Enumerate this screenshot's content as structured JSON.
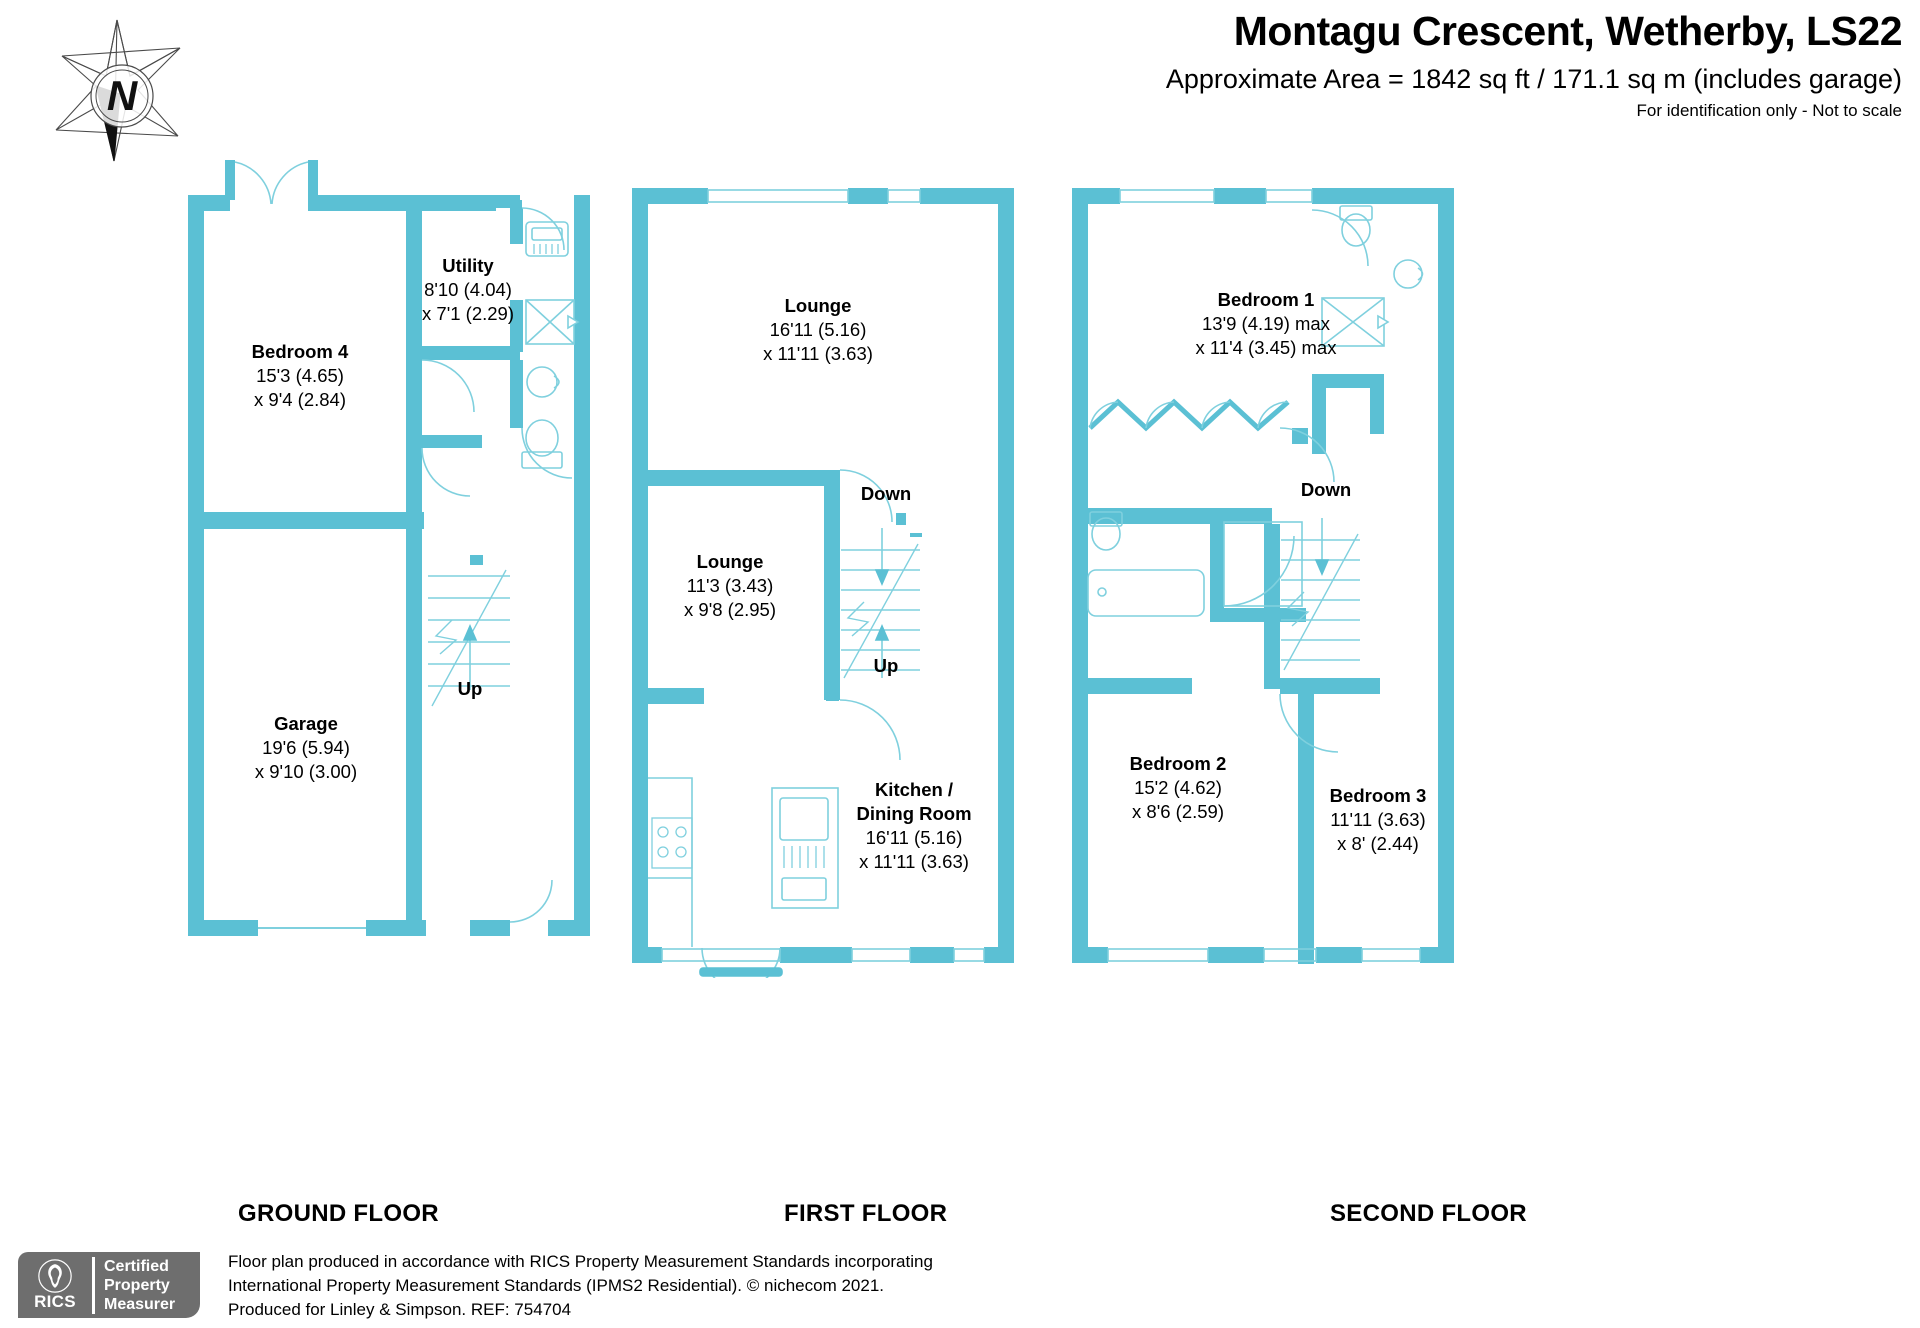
{
  "header": {
    "title": "Montagu Crescent, Wetherby, LS22",
    "area_line": "Approximate Area = 1842 sq ft / 171.1 sq m (includes garage)",
    "scale_note": "For identification only - Not to scale"
  },
  "compass": {
    "label": "N",
    "name": "north-arrow"
  },
  "colors": {
    "wall": "#5bc0d4",
    "fixture_stroke": "#7fd0de",
    "text": "#000000",
    "badge_grey": "#6e6e6e"
  },
  "floors": [
    {
      "id": "ground",
      "caption": "GROUND FLOOR",
      "rooms": [
        {
          "name": "Bedroom 4",
          "dim1": "15'3 (4.65)",
          "dim2": "x 9'4 (2.84)"
        },
        {
          "name": "Utility",
          "dim1": "8'10 (4.04)",
          "dim2": "x 7'1 (2.29)"
        },
        {
          "name": "Garage",
          "dim1": "19'6 (5.94)",
          "dim2": "x 9'10 (3.00)"
        }
      ],
      "stairs": [
        {
          "label": "Up"
        }
      ]
    },
    {
      "id": "first",
      "caption": "FIRST FLOOR",
      "rooms": [
        {
          "name": "Lounge",
          "dim1": "16'11 (5.16)",
          "dim2": "x 11'11 (3.63)"
        },
        {
          "name": "Lounge",
          "dim1": "11'3 (3.43)",
          "dim2": "x 9'8 (2.95)"
        },
        {
          "name": "Kitchen /",
          "name2": "Dining Room",
          "dim1": "16'11 (5.16)",
          "dim2": "x 11'11 (3.63)"
        }
      ],
      "stairs": [
        {
          "label": "Down"
        },
        {
          "label": "Up"
        }
      ]
    },
    {
      "id": "second",
      "caption": "SECOND FLOOR",
      "rooms": [
        {
          "name": "Bedroom 1",
          "dim1": "13'9 (4.19) max",
          "dim2": "x 11'4 (3.45) max"
        },
        {
          "name": "Bedroom 2",
          "dim1": "15'2 (4.62)",
          "dim2": "x 8'6 (2.59)"
        },
        {
          "name": "Bedroom 3",
          "dim1": "11'11 (3.63)",
          "dim2": "x 8' (2.44)"
        }
      ],
      "stairs": [
        {
          "label": "Down"
        }
      ]
    }
  ],
  "footer": {
    "badge": {
      "rics_word": "RICS",
      "line1": "Certified",
      "line2": "Property",
      "line3": "Measurer"
    },
    "note_line1": "Floor plan produced in accordance with RICS Property Measurement Standards incorporating",
    "note_line2": "International Property Measurement Standards (IPMS2 Residential).   © nichecom 2021.",
    "note_line3": "Produced for Linley & Simpson.   REF: 754704"
  }
}
